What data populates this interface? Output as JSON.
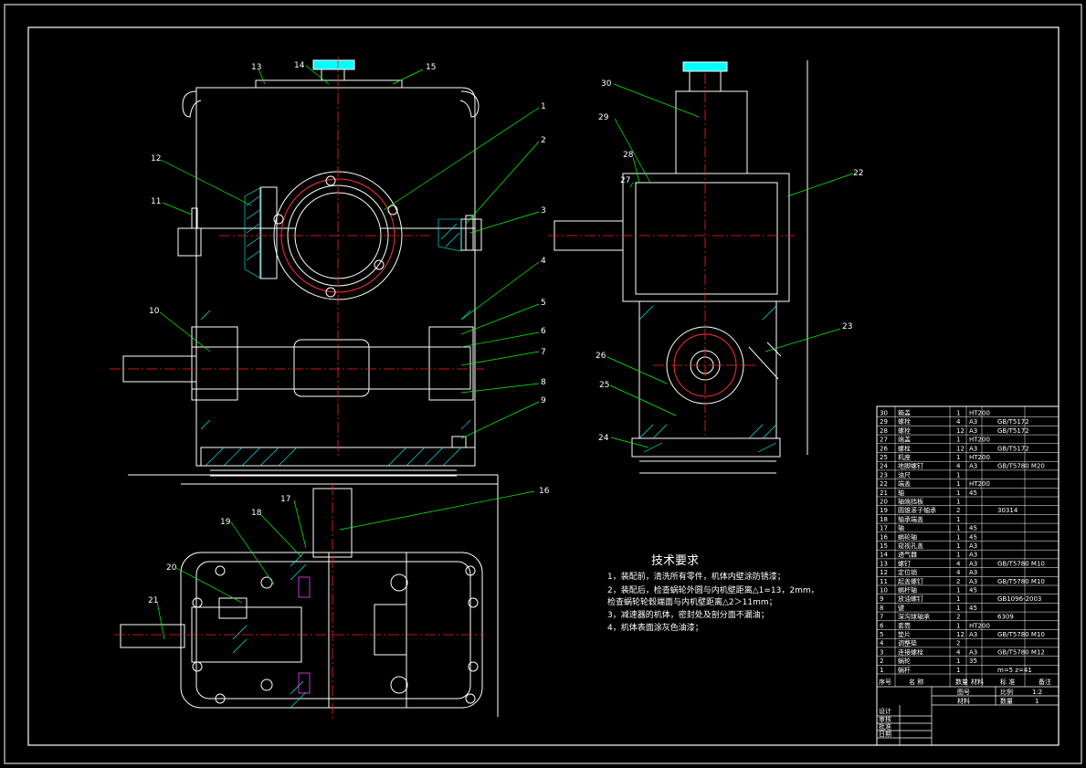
{
  "balloons": {
    "front": {
      "b1": "1",
      "b2": "2",
      "b3": "3",
      "b4": "4",
      "b5": "5",
      "b6": "6",
      "b7": "7",
      "b8": "8",
      "b9": "9",
      "b10": "10",
      "b11": "11",
      "b12": "12",
      "b13": "13",
      "b14": "14",
      "b15": "15"
    },
    "side": {
      "b22": "22",
      "b23": "23",
      "b24": "24",
      "b25": "25",
      "b26": "26",
      "b27": "27",
      "b28": "28",
      "b29": "29",
      "b30": "30"
    },
    "top": {
      "b16": "16",
      "b17": "17",
      "b18": "18",
      "b19": "19",
      "b20": "20",
      "b21": "21"
    }
  },
  "tech": {
    "title": "技术要求",
    "lines": [
      "1，装配前，清洗所有零件，机体内壁涂防锈漆；",
      "2，装配后，检查蜗轮外圆与内机壁距离△1=13，2mm，",
      "   检查蜗轮轮毂端面与内机壁距离△2＞11mm；",
      "3，减速器的机体，密封处及剖分面不漏油；",
      "4，机体表面涂灰色油漆；"
    ]
  },
  "bom": {
    "rows": [
      {
        "no": "30",
        "name": "箱盖",
        "qty": "1",
        "mat": "HT200",
        "std": ""
      },
      {
        "no": "29",
        "name": "螺栓",
        "qty": "4",
        "mat": "A3",
        "std": "GB/T5172"
      },
      {
        "no": "28",
        "name": "螺栓",
        "qty": "12",
        "mat": "A3",
        "std": "GB/T5172"
      },
      {
        "no": "27",
        "name": "端盖",
        "qty": "1",
        "mat": "HT200",
        "std": ""
      },
      {
        "no": "26",
        "name": "螺栓",
        "qty": "12",
        "mat": "A3",
        "std": "GB/T5172"
      },
      {
        "no": "25",
        "name": "机座",
        "qty": "1",
        "mat": "HT200",
        "std": ""
      },
      {
        "no": "24",
        "name": "地脚螺钉",
        "qty": "4",
        "mat": "A3",
        "std": "GB/T5780 M20"
      },
      {
        "no": "23",
        "name": "油尺",
        "qty": "1",
        "mat": "",
        "std": ""
      },
      {
        "no": "22",
        "name": "端盖",
        "qty": "1",
        "mat": "HT200",
        "std": ""
      },
      {
        "no": "21",
        "name": "轴",
        "qty": "1",
        "mat": "45",
        "std": ""
      },
      {
        "no": "20",
        "name": "轴端挡板",
        "qty": "1",
        "mat": "",
        "std": ""
      },
      {
        "no": "19",
        "name": "圆锥滚子轴承",
        "qty": "2",
        "mat": "",
        "std": "30314"
      },
      {
        "no": "18",
        "name": "轴承端盖",
        "qty": "1",
        "mat": "",
        "std": ""
      },
      {
        "no": "17",
        "name": "轴",
        "qty": "1",
        "mat": "45",
        "std": ""
      },
      {
        "no": "16",
        "name": "蜗轮轴",
        "qty": "1",
        "mat": "45",
        "std": ""
      },
      {
        "no": "15",
        "name": "窥视孔盖",
        "qty": "1",
        "mat": "A3",
        "std": ""
      },
      {
        "no": "14",
        "name": "通气器",
        "qty": "1",
        "mat": "A3",
        "std": ""
      },
      {
        "no": "13",
        "name": "螺钉",
        "qty": "4",
        "mat": "A3",
        "std": "GB/T5780 M10"
      },
      {
        "no": "12",
        "name": "定位销",
        "qty": "4",
        "mat": "A3",
        "std": ""
      },
      {
        "no": "11",
        "name": "起盖螺钉",
        "qty": "2",
        "mat": "A3",
        "std": "GB/T5780 M10"
      },
      {
        "no": "10",
        "name": "蜗杆轴",
        "qty": "1",
        "mat": "45",
        "std": ""
      },
      {
        "no": "9",
        "name": "放油螺钉",
        "qty": "1",
        "mat": "",
        "std": "GB1096-2003"
      },
      {
        "no": "8",
        "name": "键",
        "qty": "1",
        "mat": "45",
        "std": ""
      },
      {
        "no": "7",
        "name": "深沟球轴承",
        "qty": "2",
        "mat": "",
        "std": "6309"
      },
      {
        "no": "6",
        "name": "套筒",
        "qty": "1",
        "mat": "HT200",
        "std": ""
      },
      {
        "no": "5",
        "name": "垫片",
        "qty": "12",
        "mat": "A3",
        "std": "GB/T5780 M10"
      },
      {
        "no": "4",
        "name": "调整垫",
        "qty": "2",
        "mat": "",
        "std": ""
      },
      {
        "no": "3",
        "name": "连接螺栓",
        "qty": "4",
        "mat": "A3",
        "std": "GB/T5780 M12"
      },
      {
        "no": "2",
        "name": "蜗轮",
        "qty": "1",
        "mat": "35",
        "std": ""
      },
      {
        "no": "1",
        "name": "蜗杆",
        "qty": "1",
        "mat": "",
        "std": "m=5 z=41"
      }
    ],
    "header": {
      "no": "序号",
      "name": "名  称",
      "qty": "数量",
      "mat": "材料",
      "std": "标  准",
      "note": "备注"
    },
    "title_block": {
      "drawing_label": "图号",
      "scale_label": "比例",
      "scale_value": "1:2",
      "material_label": "材料",
      "qty_label": "数量",
      "qty_value": "1",
      "design": "设计",
      "check": "审核",
      "approve": "批准",
      "date": "日期"
    }
  },
  "colors": {
    "outline": "#ffffff",
    "leader": "#00ff00",
    "center": "#ff2020",
    "hatch": "#00ffff",
    "fill_cut": "#ff00ff",
    "part": "#ffff66"
  }
}
